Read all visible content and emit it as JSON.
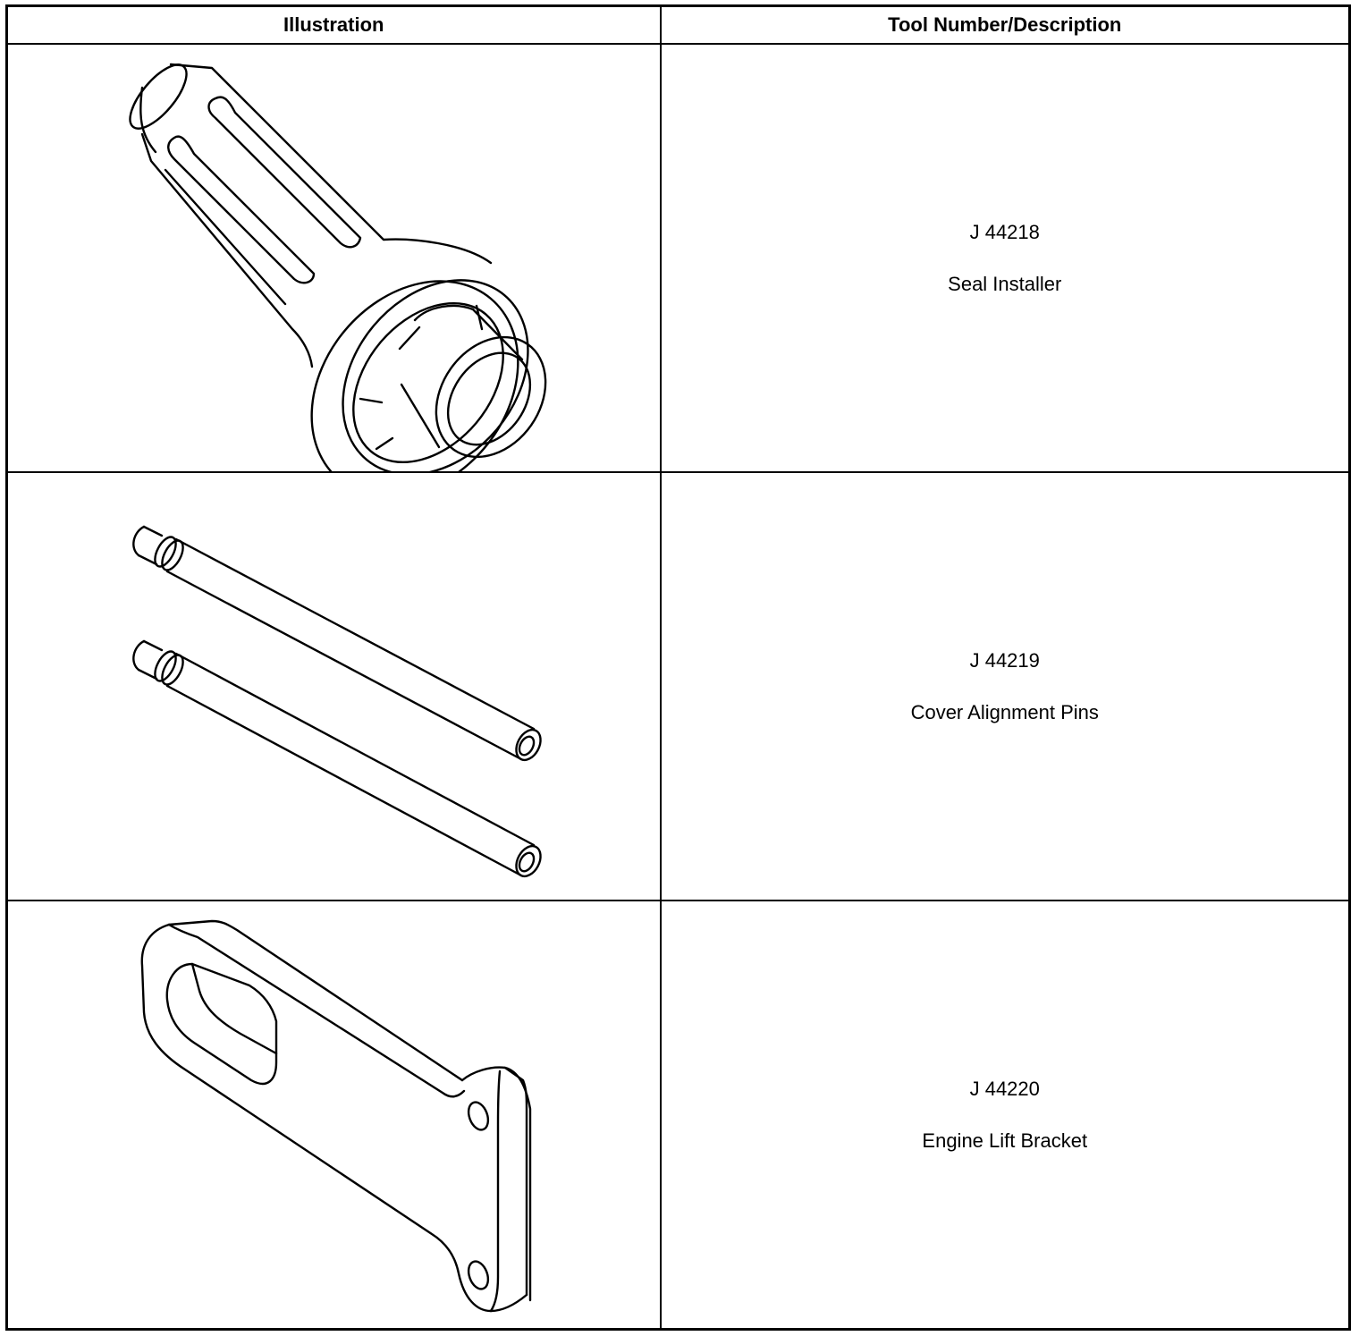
{
  "header": {
    "illustration": "Illustration",
    "description": "Tool Number/Description"
  },
  "tools": [
    {
      "number": "J 44218",
      "name": "Seal Installer",
      "icon": "seal-installer-drawing"
    },
    {
      "number": "J 44219",
      "name": "Cover Alignment Pins",
      "icon": "alignment-pins-drawing"
    },
    {
      "number": "J 44220",
      "name": "Engine Lift Bracket",
      "icon": "lift-bracket-drawing"
    }
  ]
}
